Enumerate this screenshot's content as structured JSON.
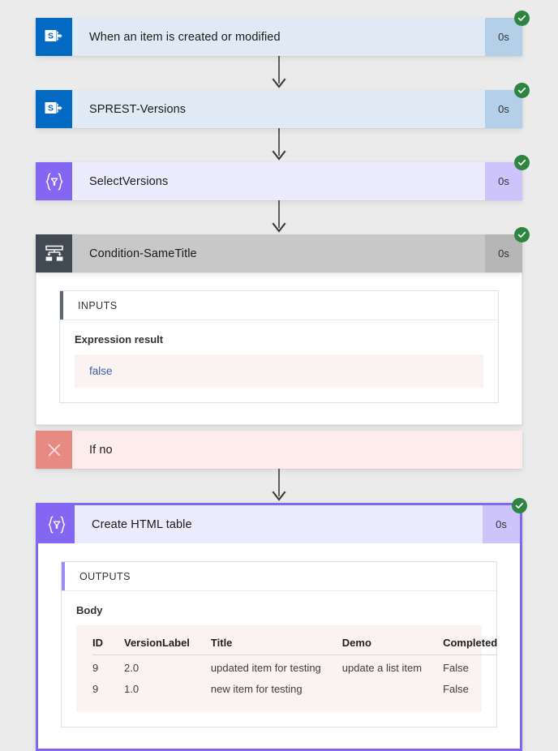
{
  "run": {
    "background_color": "#ebebeb",
    "accent_purple": "#8367f2",
    "success_color": "#2e8540"
  },
  "steps": [
    {
      "id": "when-an-item-is-created-or-modified",
      "title": "When an item is created or modified",
      "duration": "0s",
      "status": "succeeded",
      "icon": "sharepoint-icon",
      "theme": "sharepoint"
    },
    {
      "id": "sprest-versions",
      "title": "SPREST-Versions",
      "duration": "0s",
      "status": "succeeded",
      "icon": "sharepoint-icon",
      "theme": "sharepoint"
    },
    {
      "id": "select-versions",
      "title": "SelectVersions",
      "duration": "0s",
      "status": "succeeded",
      "icon": "data-operations-icon",
      "theme": "data-operations"
    },
    {
      "id": "condition-sametitle",
      "title": "Condition-SameTitle",
      "duration": "0s",
      "status": "succeeded",
      "icon": "condition-branch-icon",
      "theme": "condition"
    },
    {
      "id": "if-no",
      "title": "If no",
      "duration": "",
      "status": "none",
      "icon": "close-x-icon",
      "theme": "if-no"
    },
    {
      "id": "create-html-table",
      "title": "Create HTML table",
      "duration": "0s",
      "status": "succeeded",
      "icon": "data-operations-icon",
      "theme": "data-operations"
    }
  ],
  "condition_panel": {
    "header": "INPUTS",
    "field_label": "Expression result",
    "value": "false",
    "accent_color": "#5c6670"
  },
  "html_table_panel": {
    "header": "OUTPUTS",
    "field_label": "Body",
    "accent_color": "#9e8cf5"
  },
  "chart_data": {
    "type": "table",
    "title": "Body",
    "columns": [
      "ID",
      "VersionLabel",
      "Title",
      "Demo",
      "Completed"
    ],
    "rows": [
      [
        "9",
        "2.0",
        "updated item for testing",
        "update a list item",
        "False"
      ],
      [
        "9",
        "1.0",
        "new item for testing",
        "",
        "False"
      ]
    ]
  }
}
